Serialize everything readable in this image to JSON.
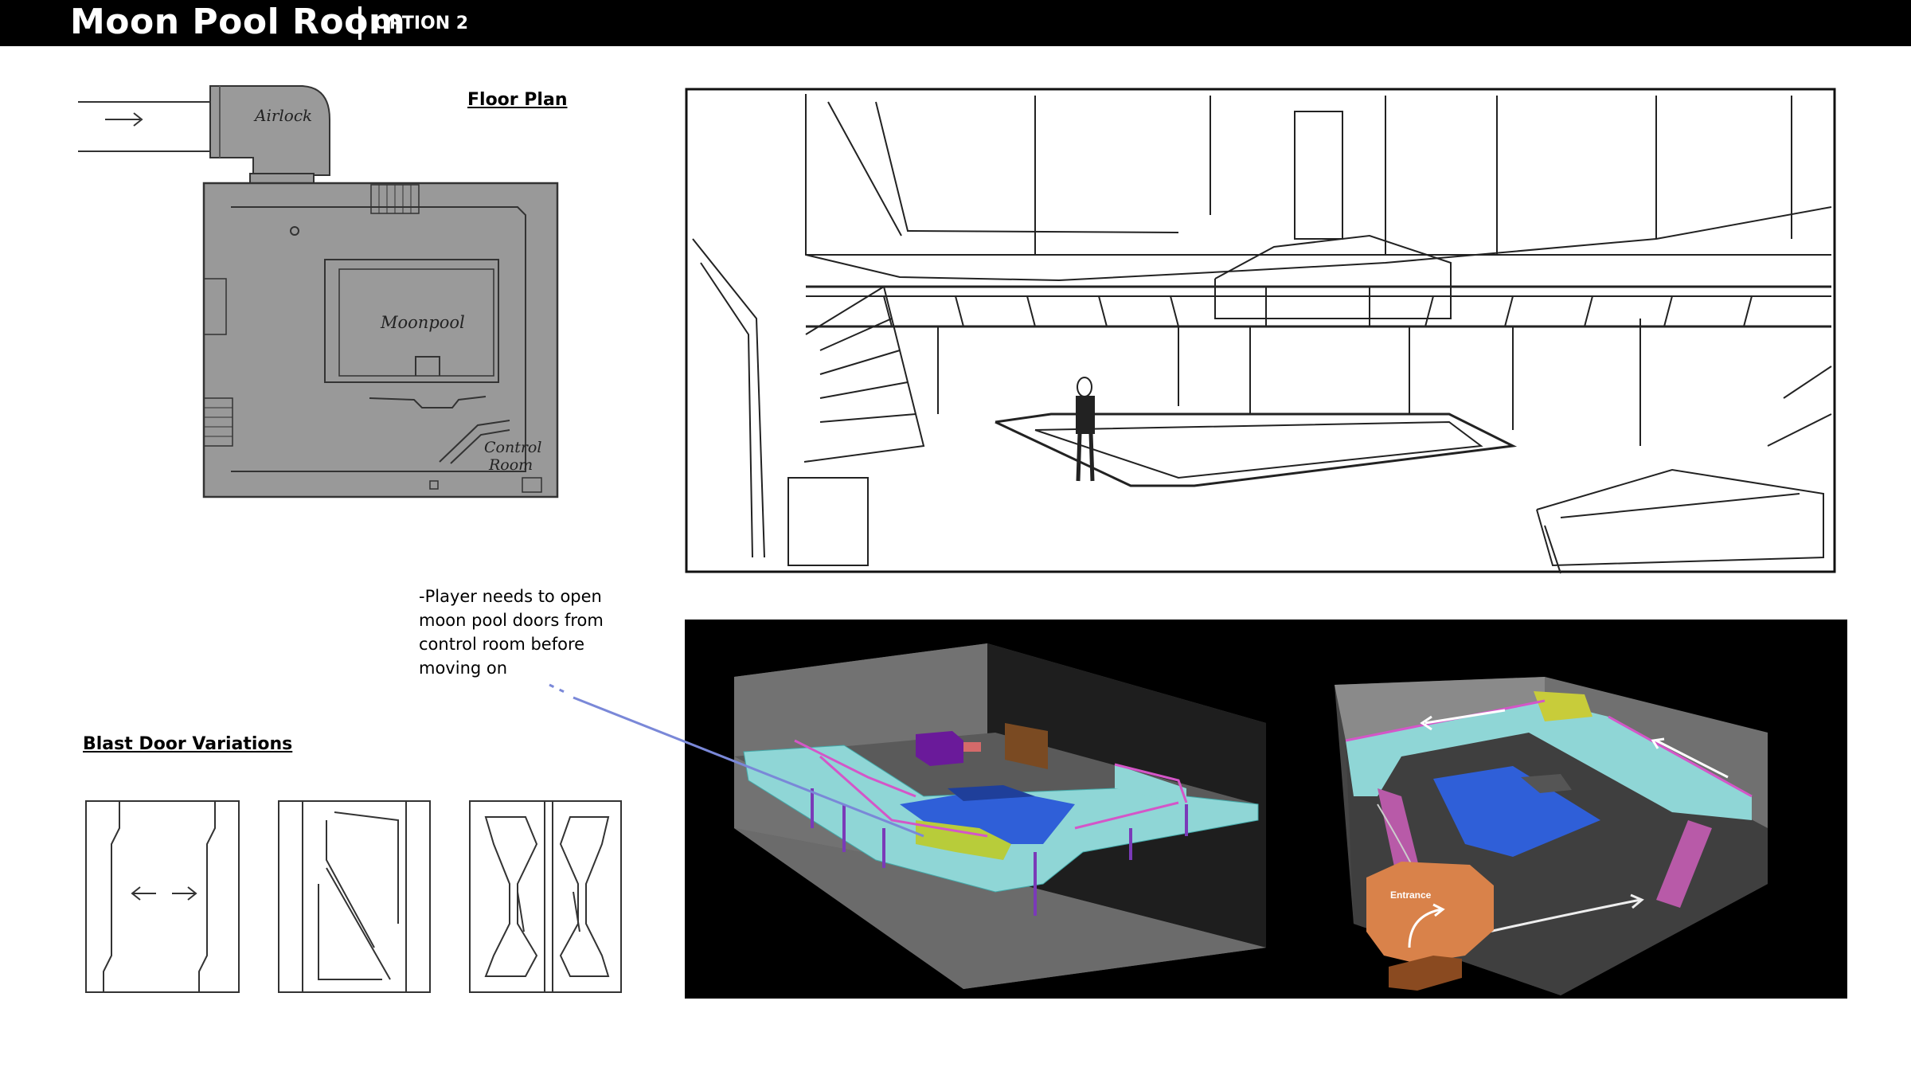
{
  "header": {
    "title": "Moon Pool Room",
    "subtitle": "OPTION 2"
  },
  "floor_plan": {
    "heading": "Floor Plan",
    "labels": {
      "airlock": "Airlock",
      "moonpool": "Moonpool",
      "control_room_line1": "Control",
      "control_room_line2": "Room"
    }
  },
  "blast_doors": {
    "heading": "Blast Door Variations"
  },
  "note": {
    "lines": [
      "-Player needs to open",
      "moon pool doors from",
      "control room before",
      "moving on"
    ]
  },
  "render_right": {
    "entrance_label": "Entrance"
  },
  "colors": {
    "header_bg": "#000000",
    "floor_fill": "#999999",
    "walkway": "#8fd6d6",
    "railing": "#d456c8",
    "pool_water": "#2f5fd8",
    "control_desk": "#b8cc3a",
    "crate": "#6a1a9a",
    "entrance_block": "#d9824a"
  }
}
